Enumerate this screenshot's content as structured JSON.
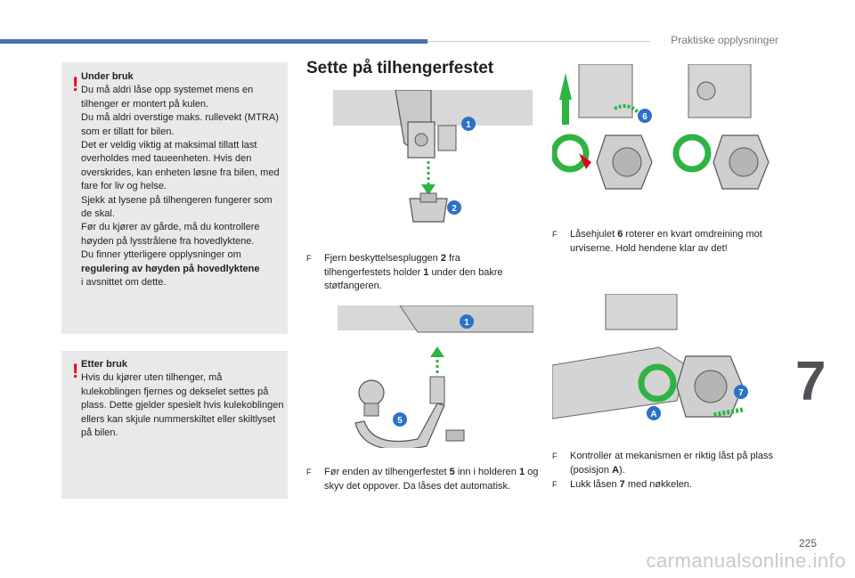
{
  "header": {
    "section_title": "Praktiske opplysninger"
  },
  "chapter_number": "7",
  "page_number": "225",
  "watermark": "carmanualsonline.info",
  "box1": {
    "warn_symbol": "!",
    "title": "Under bruk",
    "p1": "Du må aldri låse opp systemet mens en tilhenger er montert på kulen.",
    "p2": "Du må aldri overstige maks. rullevekt (MTRA) som er tillatt for bilen.",
    "p3": "Det er veldig viktig at maksimal tillatt last overholdes med taueenheten. Hvis den overskrides, kan enheten løsne fra bilen, med fare for liv og helse.",
    "p4": "Sjekk at lysene på tilhengeren fungerer som de skal.",
    "p5": "Før du kjører av gårde, må du kontrollere høyden på lysstrålene fra hovedlyktene.",
    "p6": "Du finner ytterligere opplysninger om",
    "p6_bold": "regulering av høyden på hovedlyktene",
    "p6_end": "i avsnittet om dette."
  },
  "box2": {
    "warn_symbol": "!",
    "title": "Etter bruk",
    "text": "Hvis du kjører uten tilhenger, må kulekoblingen fjernes og dekselet settes på plass. Dette gjelder spesielt hvis kulekoblingen ellers kan skjule nummerskiltet eller skiltlyset på bilen."
  },
  "heading": "Sette på tilhengerfestet",
  "bullet_symbol": "F",
  "step1": {
    "a": "Fjern beskyttelsespluggen ",
    "b": "2",
    "c": " fra tilhengerfestets holder ",
    "d": "1",
    "e": " under den bakre støtfangeren."
  },
  "step2": {
    "a": "Før enden av tilhengerfestet ",
    "b": "5",
    "c": " inn i holderen ",
    "d": "1",
    "e": " og skyv det oppover. Da låses det automatisk."
  },
  "step3": {
    "a": "Låsehjulet ",
    "b": "6",
    "c": " roterer en kvart omdreining mot urviserne. Hold hendene klar av det!"
  },
  "step4": {
    "a": "Kontroller at mekanismen er riktig låst på plass (posisjon ",
    "b": "A",
    "c": ")."
  },
  "step5": {
    "a": "Lukk låsen ",
    "b": "7",
    "c": " med nøkkelen."
  },
  "callouts": {
    "c1": "1",
    "c2": "2",
    "c5": "5",
    "c6": "6",
    "c7": "7",
    "cA": "A"
  },
  "colors": {
    "accent_blue": "#4a6fb5",
    "callout_blue": "#2c72c7",
    "arrow_green": "#2fb344",
    "warning_red": "#e3001b",
    "box_grey": "#e9e9ea"
  }
}
